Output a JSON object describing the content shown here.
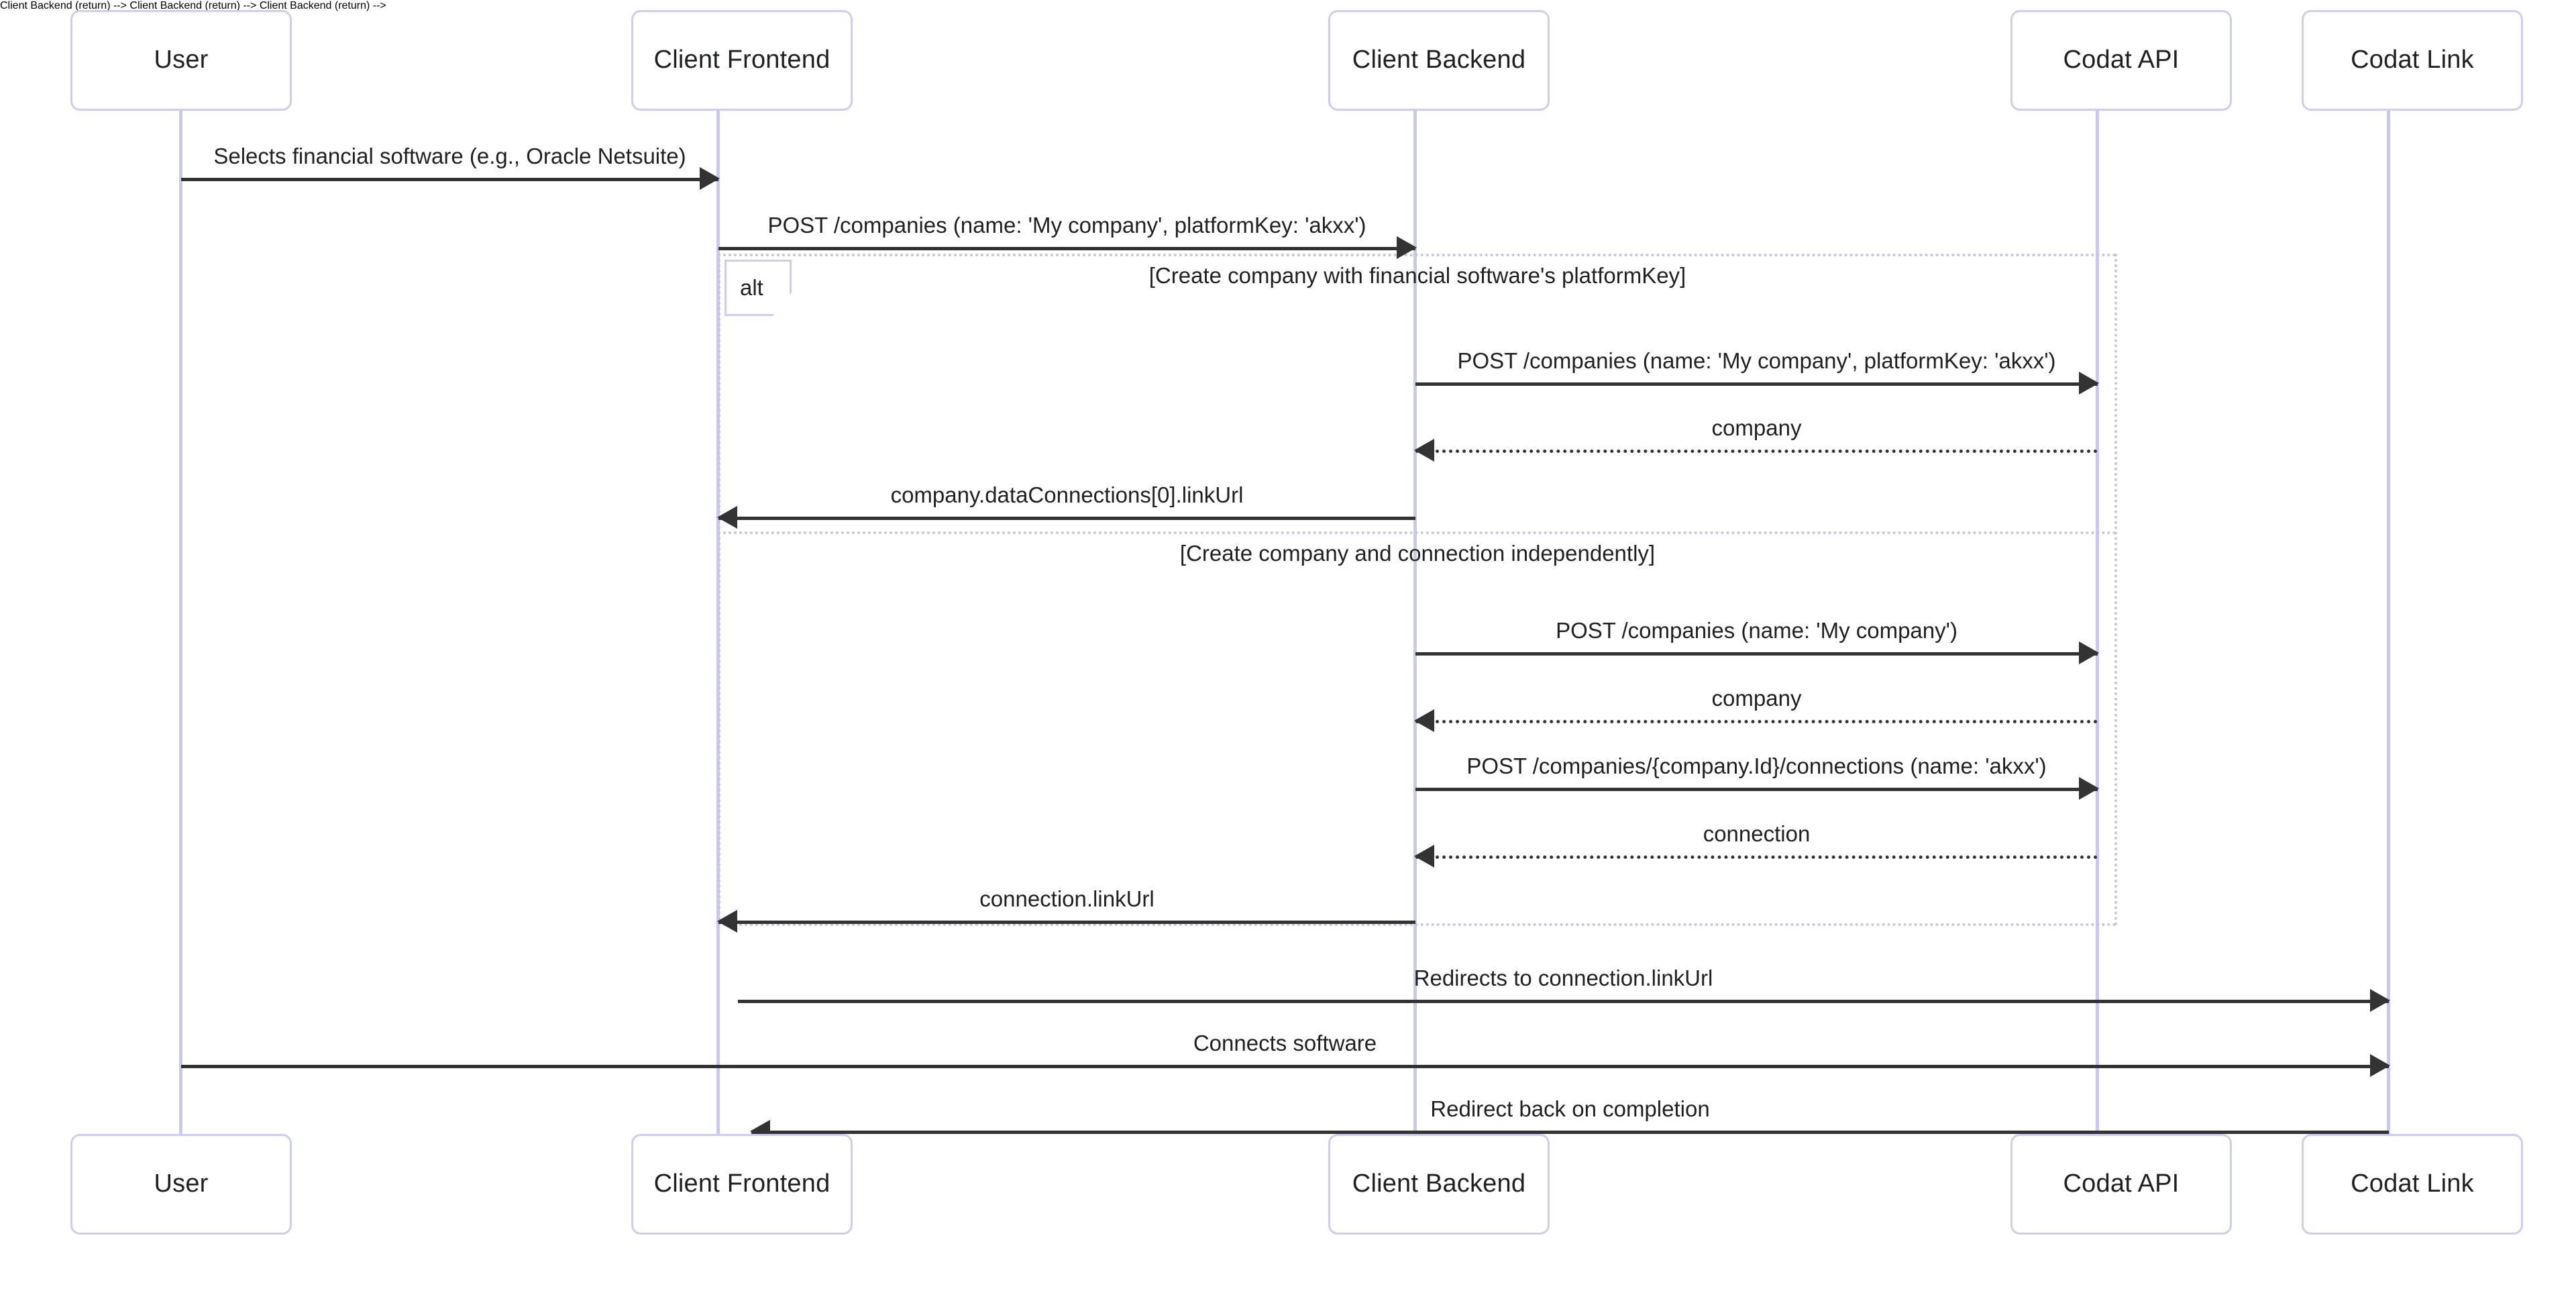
{
  "diagram": {
    "type": "sequence-diagram",
    "title": "",
    "colors": {
      "actor_border": "#cdcdf0",
      "actor_fill": "#ffffff",
      "lifeline": "#c9c9ef",
      "message_line": "#333333",
      "fragment_border": "#c2c2ea",
      "text": "#1f2020"
    }
  },
  "actors": [
    {
      "id": "user",
      "label": "User"
    },
    {
      "id": "frontend",
      "label": "Client Frontend"
    },
    {
      "id": "backend",
      "label": "Client Backend"
    },
    {
      "id": "api",
      "label": "Codat API"
    },
    {
      "id": "link",
      "label": "Codat Link"
    }
  ],
  "messages": [
    {
      "id": "m1",
      "from": "user",
      "to": "frontend",
      "label": "Selects financial software (e.g., Oracle Netsuite)",
      "style": "solid",
      "direction": "right"
    },
    {
      "id": "m2",
      "from": "frontend",
      "to": "backend",
      "label": "POST /companies (name: 'My company', platformKey: 'akxx')",
      "style": "solid",
      "direction": "right"
    },
    {
      "id": "m3",
      "from": "backend",
      "to": "api",
      "label": "POST /companies (name: 'My company', platformKey: 'akxx')",
      "style": "solid",
      "direction": "right"
    },
    {
      "id": "m4",
      "from": "api",
      "to": "backend",
      "label": "company",
      "style": "dashed",
      "direction": "left"
    },
    {
      "id": "m5",
      "from": "backend",
      "to": "frontend",
      "label": "company.dataConnections[0].linkUrl",
      "style": "solid",
      "direction": "left"
    },
    {
      "id": "m6",
      "from": "backend",
      "to": "api",
      "label": "POST /companies (name: 'My company')",
      "style": "solid",
      "direction": "right"
    },
    {
      "id": "m7",
      "from": "api",
      "to": "backend",
      "label": "company",
      "style": "dashed",
      "direction": "left"
    },
    {
      "id": "m8",
      "from": "backend",
      "to": "api",
      "label": "POST /companies/{company.Id}/connections (name: 'akxx')",
      "style": "solid",
      "direction": "right"
    },
    {
      "id": "m9",
      "from": "api",
      "to": "backend",
      "label": "connection",
      "style": "dashed",
      "direction": "left"
    },
    {
      "id": "m10",
      "from": "backend",
      "to": "frontend",
      "label": "connection.linkUrl",
      "style": "solid",
      "direction": "left"
    },
    {
      "id": "m11",
      "from": "frontend",
      "to": "link",
      "label": "Redirects to connection.linkUrl",
      "style": "solid",
      "direction": "right"
    },
    {
      "id": "m12",
      "from": "user",
      "to": "link",
      "label": "Connects software",
      "style": "solid",
      "direction": "right"
    },
    {
      "id": "m13",
      "from": "link",
      "to": "frontend",
      "label": "Redirect back on completion",
      "style": "solid",
      "direction": "left"
    }
  ],
  "fragments": [
    {
      "id": "alt-block",
      "tag": "alt",
      "branches": [
        {
          "condition": "[Create company with financial software's platformKey]"
        },
        {
          "condition": "[Create company and connection independently]"
        }
      ]
    }
  ]
}
